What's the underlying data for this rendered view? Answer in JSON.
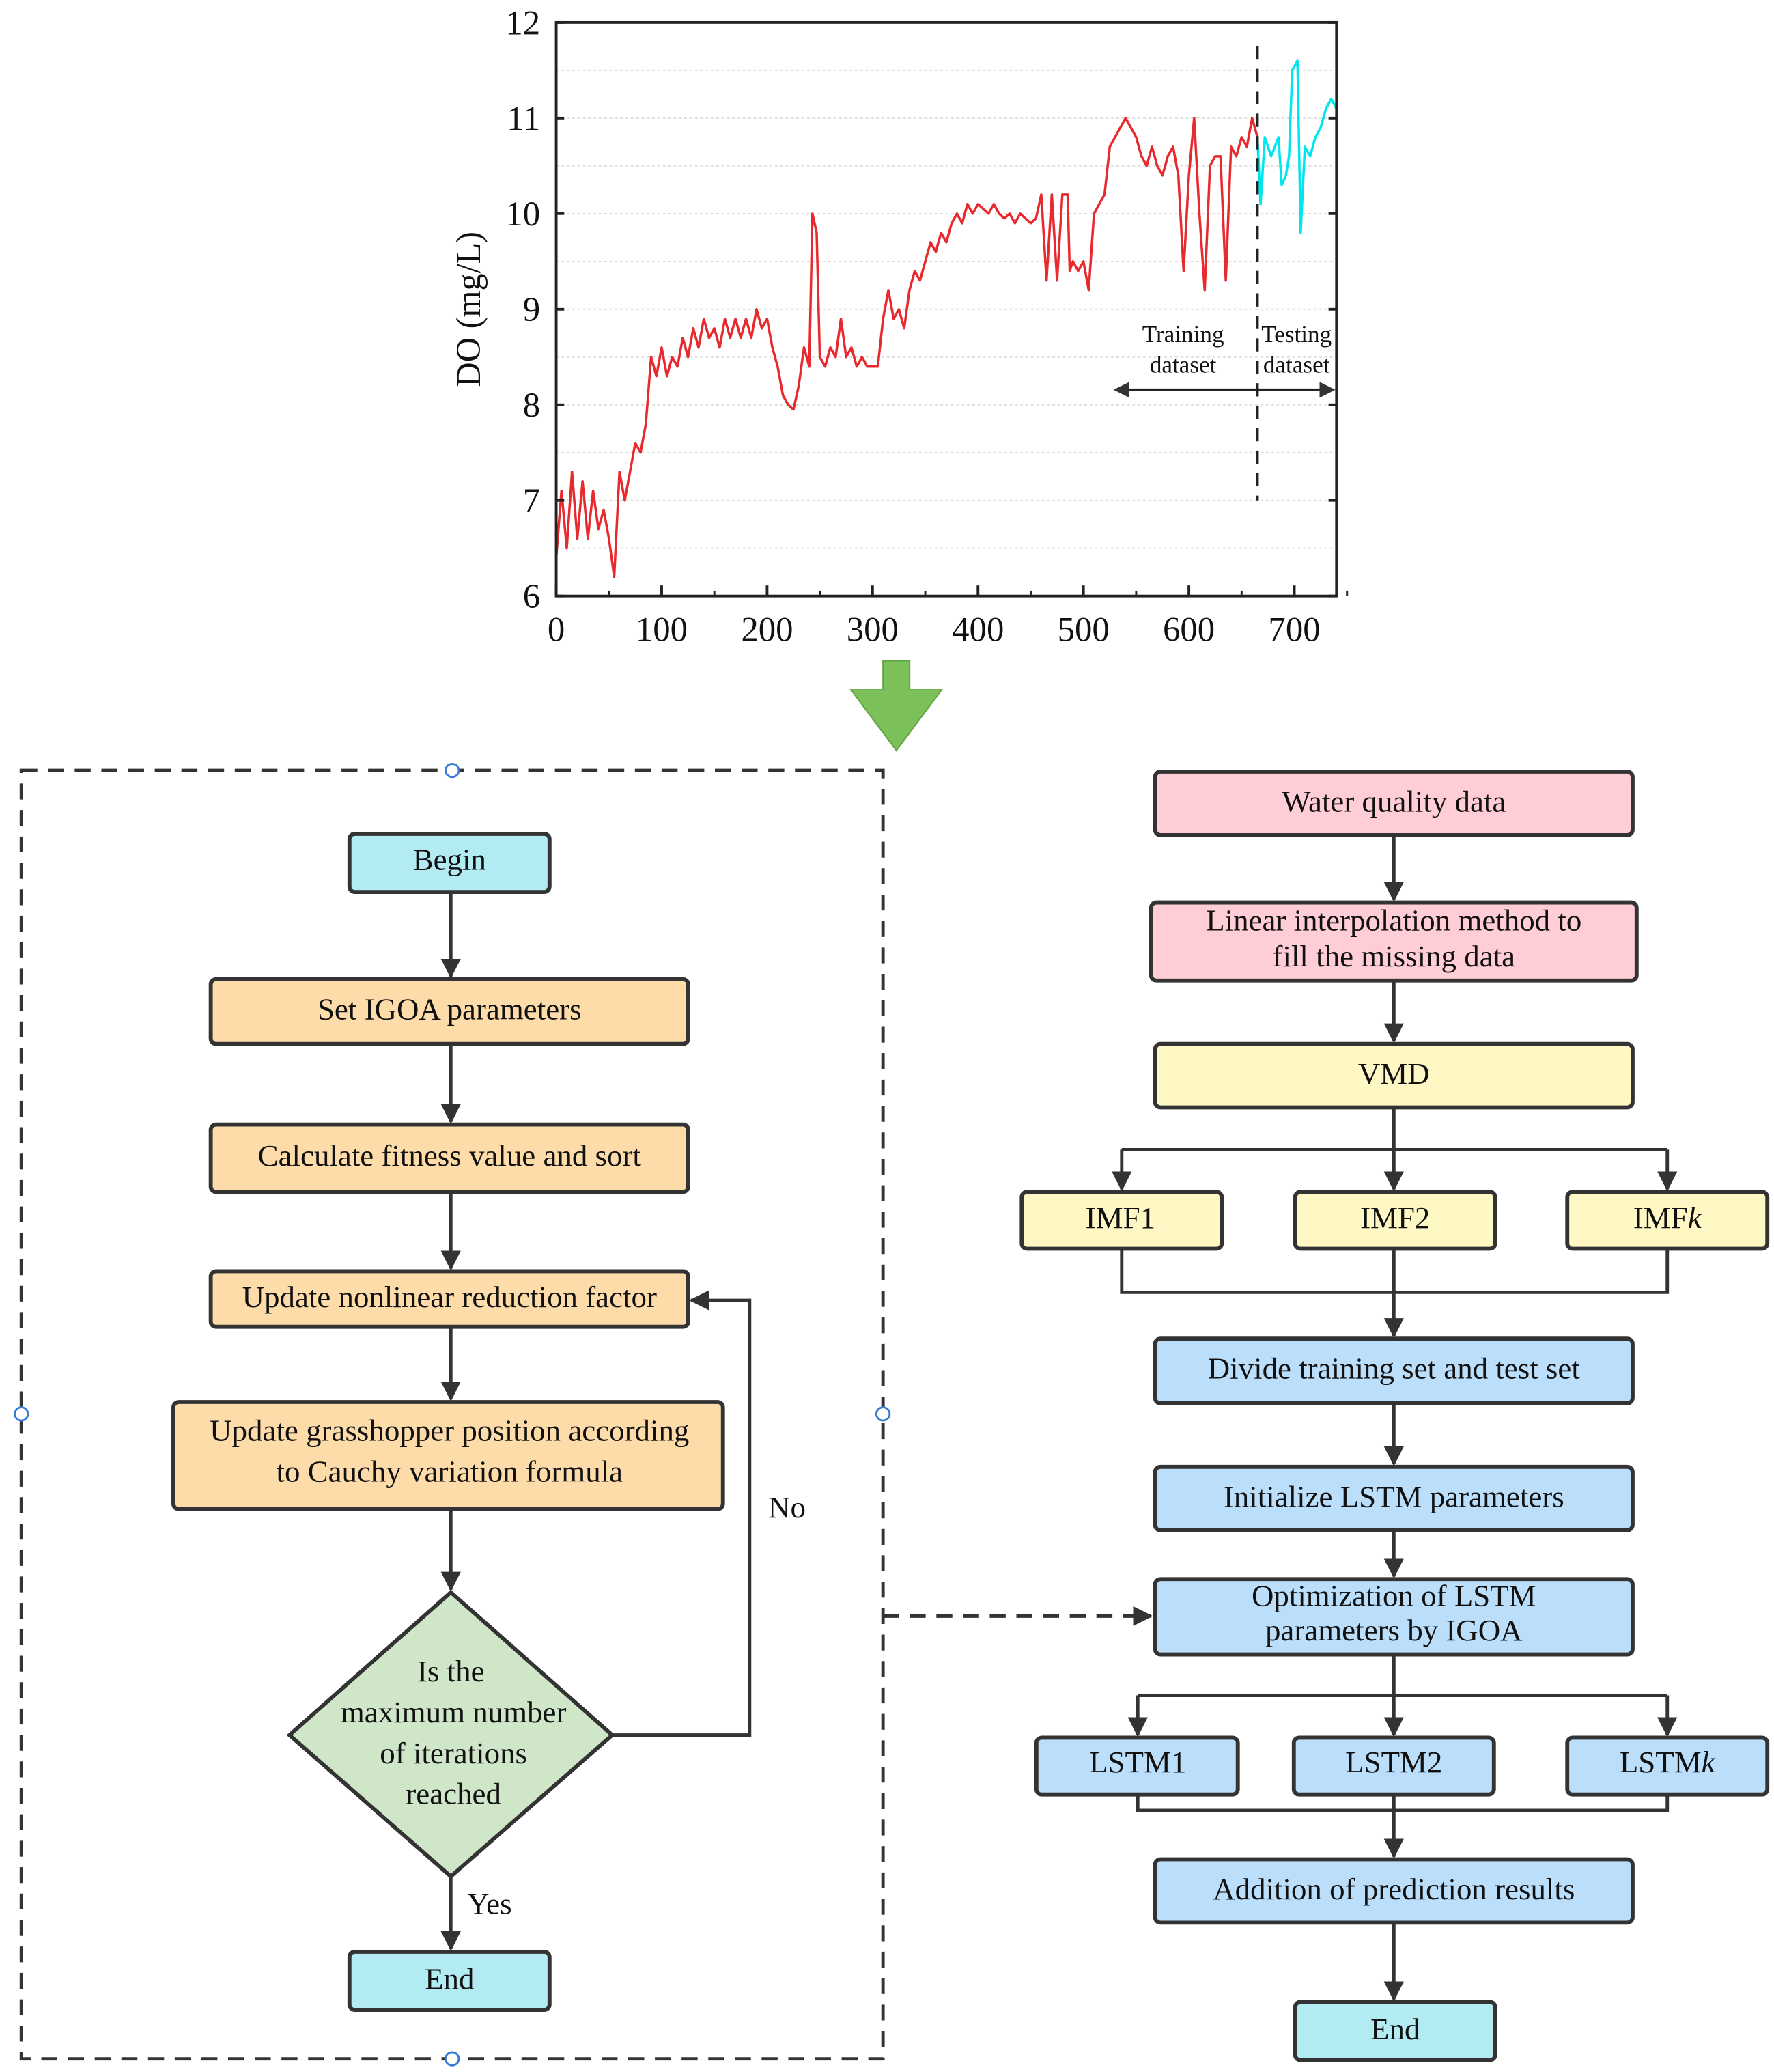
{
  "colors": {
    "train": "#e8292e",
    "test": "#00e5ee",
    "pink": "#ffcdd6",
    "yellow": "#fff8c4",
    "blue": "#bbdefb",
    "cyan": "#b2ebf2",
    "peach": "#fddcaa",
    "green_diamond": "#cfe6c9",
    "arrow_green": "#7cc05a"
  },
  "chart_data": {
    "type": "line",
    "title": "",
    "xlabel": "",
    "ylabel": "DO (mg/L)",
    "xlim": [
      0,
      740
    ],
    "ylim": [
      6,
      12
    ],
    "xticks": [
      "0",
      "100",
      "200",
      "300",
      "400",
      "500",
      "600",
      "700"
    ],
    "yticks": [
      "6",
      "7",
      "8",
      "9",
      "10",
      "11",
      "12"
    ],
    "split_x": 665,
    "annotations": {
      "training": [
        "Training",
        "dataset"
      ],
      "testing": [
        "Testing",
        "dataset"
      ]
    },
    "series": [
      {
        "name": "Training dataset",
        "points": [
          [
            0,
            6.4
          ],
          [
            5,
            7.1
          ],
          [
            10,
            6.5
          ],
          [
            15,
            7.3
          ],
          [
            20,
            6.6
          ],
          [
            25,
            7.2
          ],
          [
            30,
            6.6
          ],
          [
            35,
            7.1
          ],
          [
            40,
            6.7
          ],
          [
            45,
            6.9
          ],
          [
            50,
            6.6
          ],
          [
            55,
            6.2
          ],
          [
            60,
            7.3
          ],
          [
            65,
            7.0
          ],
          [
            70,
            7.3
          ],
          [
            75,
            7.6
          ],
          [
            80,
            7.5
          ],
          [
            85,
            7.8
          ],
          [
            90,
            8.5
          ],
          [
            95,
            8.3
          ],
          [
            100,
            8.6
          ],
          [
            105,
            8.3
          ],
          [
            110,
            8.5
          ],
          [
            115,
            8.4
          ],
          [
            120,
            8.7
          ],
          [
            125,
            8.5
          ],
          [
            130,
            8.8
          ],
          [
            135,
            8.6
          ],
          [
            140,
            8.9
          ],
          [
            145,
            8.7
          ],
          [
            150,
            8.8
          ],
          [
            155,
            8.6
          ],
          [
            160,
            8.9
          ],
          [
            165,
            8.7
          ],
          [
            170,
            8.9
          ],
          [
            175,
            8.7
          ],
          [
            180,
            8.9
          ],
          [
            185,
            8.7
          ],
          [
            190,
            9.0
          ],
          [
            195,
            8.8
          ],
          [
            200,
            8.9
          ],
          [
            205,
            8.6
          ],
          [
            210,
            8.4
          ],
          [
            215,
            8.1
          ],
          [
            220,
            8.0
          ],
          [
            225,
            7.95
          ],
          [
            230,
            8.2
          ],
          [
            235,
            8.6
          ],
          [
            240,
            8.4
          ],
          [
            243,
            10.0
          ],
          [
            247,
            9.8
          ],
          [
            250,
            8.5
          ],
          [
            255,
            8.4
          ],
          [
            260,
            8.6
          ],
          [
            265,
            8.5
          ],
          [
            270,
            8.9
          ],
          [
            275,
            8.5
          ],
          [
            280,
            8.6
          ],
          [
            285,
            8.4
          ],
          [
            290,
            8.5
          ],
          [
            295,
            8.4
          ],
          [
            300,
            8.4
          ],
          [
            305,
            8.4
          ],
          [
            310,
            8.9
          ],
          [
            315,
            9.2
          ],
          [
            320,
            8.9
          ],
          [
            325,
            9.0
          ],
          [
            330,
            8.8
          ],
          [
            335,
            9.2
          ],
          [
            340,
            9.4
          ],
          [
            345,
            9.3
          ],
          [
            350,
            9.5
          ],
          [
            355,
            9.7
          ],
          [
            360,
            9.6
          ],
          [
            365,
            9.8
          ],
          [
            370,
            9.7
          ],
          [
            375,
            9.9
          ],
          [
            380,
            10.0
          ],
          [
            385,
            9.9
          ],
          [
            390,
            10.1
          ],
          [
            395,
            10.0
          ],
          [
            400,
            10.1
          ],
          [
            405,
            10.05
          ],
          [
            410,
            10.0
          ],
          [
            415,
            10.1
          ],
          [
            420,
            10.0
          ],
          [
            425,
            9.95
          ],
          [
            430,
            10.0
          ],
          [
            435,
            9.9
          ],
          [
            440,
            10.0
          ],
          [
            445,
            9.95
          ],
          [
            450,
            9.9
          ],
          [
            455,
            9.95
          ],
          [
            460,
            10.2
          ],
          [
            465,
            9.3
          ],
          [
            470,
            10.2
          ],
          [
            475,
            9.3
          ],
          [
            480,
            10.2
          ],
          [
            485,
            10.2
          ],
          [
            487,
            9.4
          ],
          [
            490,
            9.5
          ],
          [
            495,
            9.4
          ],
          [
            500,
            9.5
          ],
          [
            505,
            9.2
          ],
          [
            510,
            10.0
          ],
          [
            515,
            10.1
          ],
          [
            520,
            10.2
          ],
          [
            525,
            10.7
          ],
          [
            530,
            10.8
          ],
          [
            535,
            10.9
          ],
          [
            540,
            11.0
          ],
          [
            545,
            10.9
          ],
          [
            550,
            10.8
          ],
          [
            555,
            10.6
          ],
          [
            560,
            10.5
          ],
          [
            565,
            10.7
          ],
          [
            570,
            10.5
          ],
          [
            575,
            10.4
          ],
          [
            580,
            10.6
          ],
          [
            585,
            10.7
          ],
          [
            590,
            10.4
          ],
          [
            595,
            9.4
          ],
          [
            600,
            10.4
          ],
          [
            605,
            11.0
          ],
          [
            610,
            10.0
          ],
          [
            615,
            9.2
          ],
          [
            620,
            10.5
          ],
          [
            625,
            10.6
          ],
          [
            630,
            10.6
          ],
          [
            635,
            9.3
          ],
          [
            640,
            10.7
          ],
          [
            645,
            10.6
          ],
          [
            650,
            10.8
          ],
          [
            655,
            10.7
          ],
          [
            660,
            11.0
          ],
          [
            665,
            10.8
          ]
        ]
      },
      {
        "name": "Testing dataset",
        "points": [
          [
            665,
            10.8
          ],
          [
            668,
            10.1
          ],
          [
            672,
            10.8
          ],
          [
            678,
            10.6
          ],
          [
            685,
            10.8
          ],
          [
            688,
            10.3
          ],
          [
            692,
            10.4
          ],
          [
            695,
            10.6
          ],
          [
            698,
            11.5
          ],
          [
            703,
            11.6
          ],
          [
            706,
            9.8
          ],
          [
            710,
            10.7
          ],
          [
            715,
            10.6
          ],
          [
            720,
            10.8
          ],
          [
            725,
            10.9
          ],
          [
            730,
            11.1
          ],
          [
            735,
            11.2
          ],
          [
            740,
            11.1
          ]
        ]
      }
    ]
  },
  "igoa": {
    "begin": "Begin",
    "set_params": "Set IGOA parameters",
    "fitness": "Calculate fitness value and sort",
    "update_factor": "Update nonlinear reduction factor",
    "update_position": [
      "Update grasshopper position according",
      "to Cauchy variation formula"
    ],
    "decision": [
      "Is the",
      "maximum number",
      "of iterations",
      "reached"
    ],
    "no": "No",
    "yes": "Yes",
    "end": "End"
  },
  "pipeline": {
    "water": "Water quality data",
    "interp": [
      "Linear interpolation method to",
      "fill the missing data"
    ],
    "vmd": "VMD",
    "imf": [
      {
        "label": "IMF1",
        "suffix": ""
      },
      {
        "label": "IMF2",
        "suffix": ""
      },
      {
        "label": "IMF",
        "suffix": "k"
      }
    ],
    "divide": "Divide training set and test set",
    "init": "Initialize LSTM parameters",
    "optimize": [
      "Optimization of LSTM",
      "parameters by IGOA"
    ],
    "lstm": [
      {
        "label": "LSTM1",
        "suffix": ""
      },
      {
        "label": "LSTM2",
        "suffix": ""
      },
      {
        "label": "LSTM",
        "suffix": "k"
      }
    ],
    "addition": "Addition of prediction results",
    "end": "End"
  }
}
